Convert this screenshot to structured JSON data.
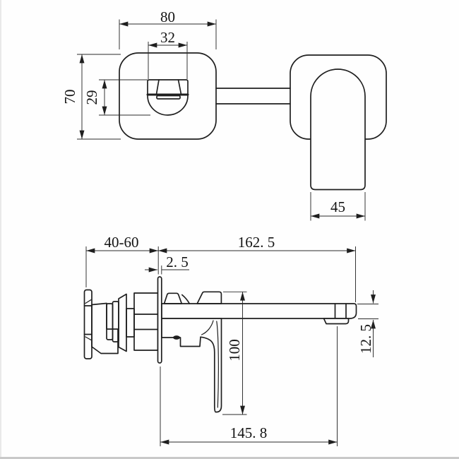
{
  "colors": {
    "line": "#1f1f1f",
    "background": "#ffffff"
  },
  "front_view": {
    "dimensions": {
      "plate_width": "80",
      "spout_width": "32",
      "plate_height": "70",
      "spout_drop": "29",
      "handle_width": "45"
    }
  },
  "side_view": {
    "dimensions": {
      "wall_depth": "40-60",
      "plate_thickness": "2. 5",
      "total_reach": "162. 5",
      "spout_height": "12. 5",
      "handle_drop": "100",
      "spout_reach": "145. 8"
    }
  }
}
